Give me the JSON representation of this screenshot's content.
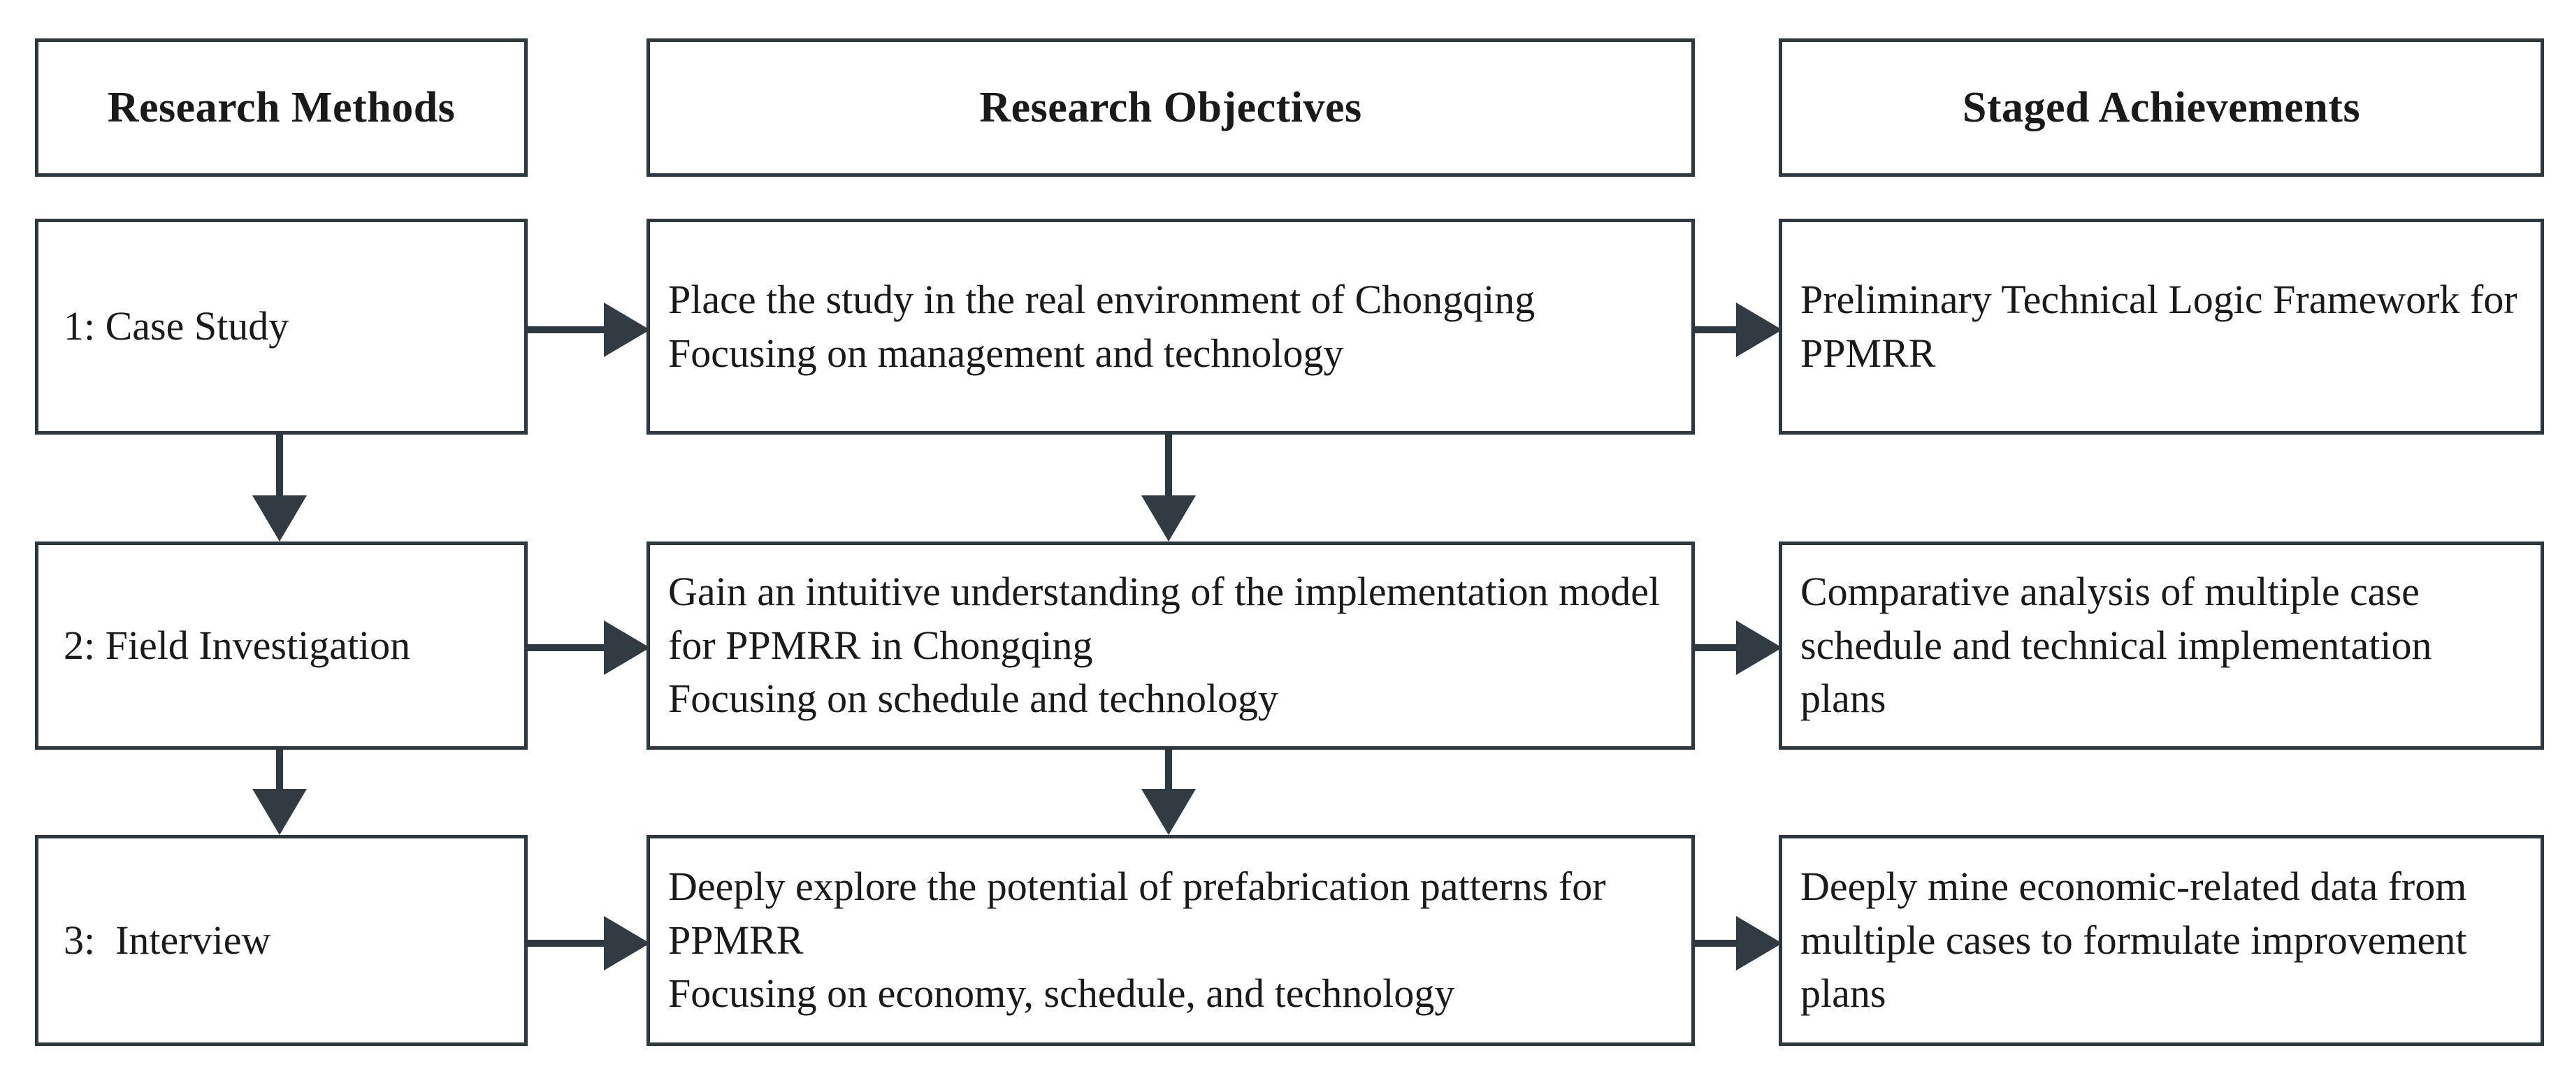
{
  "diagram": {
    "title": "Research Methods / Research Objectives / Staged Achievements flowchart",
    "accent_color": "#2e3840",
    "text_color": "#1a1a1a",
    "background_color": "#ffffff",
    "headers": [
      {
        "label": "Research Methods"
      },
      {
        "label": "Research Objectives"
      },
      {
        "label": "Staged Achievements"
      }
    ],
    "rows": [
      {
        "method": "1: Case Study",
        "objective": "Place the study in the real environment of Chongqing\nFocusing on management and technology",
        "achievement": "Preliminary Technical Logic Framework for PPMRR"
      },
      {
        "method": "2: Field Investigation",
        "objective": "Gain an intuitive understanding of the implementation model for PPMRR in Chongqing\nFocusing on schedule and technology",
        "achievement": "Comparative analysis of multiple case schedule and technical implementation plans"
      },
      {
        "method": "3:  Interview",
        "objective": "Deeply explore the potential of prefabrication patterns for PPMRR\nFocusing on economy, schedule, and technology",
        "achievement": "Deeply mine economic-related data from multiple cases to formulate improvement plans"
      }
    ],
    "connectors": [
      {
        "name": "method-1-to-objective-1",
        "direction": "right"
      },
      {
        "name": "objective-1-to-achievement-1",
        "direction": "right"
      },
      {
        "name": "method-1-to-method-2",
        "direction": "down"
      },
      {
        "name": "objective-1-to-objective-2",
        "direction": "down"
      },
      {
        "name": "method-2-to-objective-2",
        "direction": "right"
      },
      {
        "name": "objective-2-to-achievement-2",
        "direction": "right"
      },
      {
        "name": "method-2-to-method-3",
        "direction": "down"
      },
      {
        "name": "objective-2-to-objective-3",
        "direction": "down"
      },
      {
        "name": "method-3-to-objective-3",
        "direction": "right"
      },
      {
        "name": "objective-3-to-achievement-3",
        "direction": "right"
      }
    ]
  }
}
